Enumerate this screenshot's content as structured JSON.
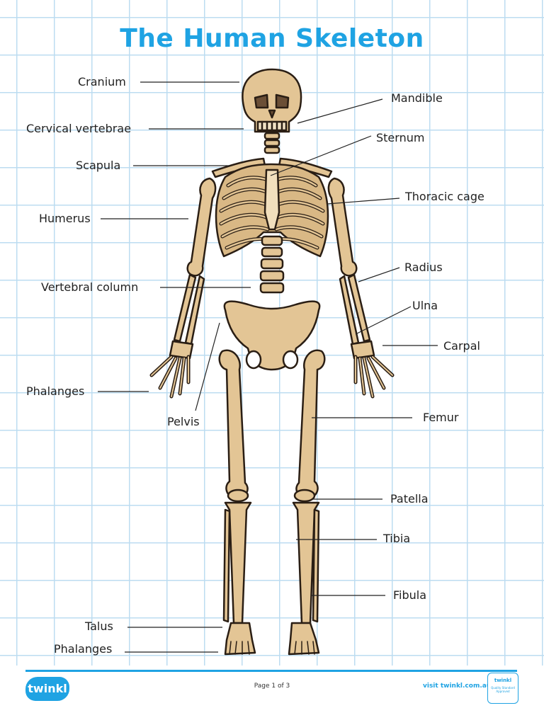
{
  "title": "The Human Skeleton",
  "labels": {
    "cranium": "Cranium",
    "cervical": "Cervical vertebrae",
    "scapula": "Scapula",
    "humerus": "Humerus",
    "vertebral": "Vertebral column",
    "phalanges_hand": "Phalanges",
    "pelvis": "Pelvis",
    "talus": "Talus",
    "phalanges_foot": "Phalanges",
    "mandible": "Mandible",
    "sternum": "Sternum",
    "thoracic": "Thoracic cage",
    "radius": "Radius",
    "ulna": "Ulna",
    "carpal": "Carpal",
    "femur": "Femur",
    "patella": "Patella",
    "tibia": "Tibia",
    "fibula": "Fibula"
  },
  "footer": {
    "logo": "twinkl",
    "page": "Page 1 of 3",
    "visit": "visit twinkl.com.au",
    "badge_title": "twinkl",
    "badge_sub": "Quality Standard Approved"
  },
  "colors": {
    "accent": "#1fa3e3",
    "bone": "#e3c595",
    "bone_outline": "#2a1e14",
    "grid": "#bcdcf1"
  }
}
